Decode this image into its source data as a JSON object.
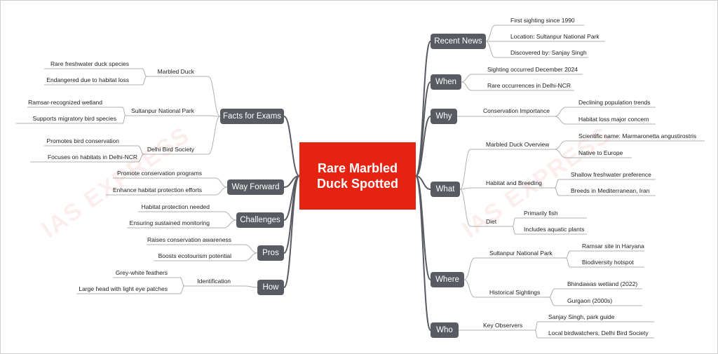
{
  "title": "Rare Marbled Duck Spotted",
  "watermark": "IAS EXPRESS",
  "colors": {
    "central": "#e62310",
    "branch_box": "#585b62",
    "connector": "#585b62",
    "leaf_line": "#b0b0b0"
  },
  "right": {
    "recent_news": {
      "label": "Recent News",
      "items": [
        "First sighting since 1990",
        "Location: Sultanpur National Park",
        "Discovered by: Sanjay Singh"
      ]
    },
    "when": {
      "label": "When",
      "items": [
        "Sighting occurred December 2024",
        "Rare occurrences in Delhi-NCR"
      ]
    },
    "why": {
      "label": "Why",
      "sub": "Conservation Importance",
      "items": [
        "Declining population trends",
        "Habitat loss major concern"
      ]
    },
    "what": {
      "label": "What",
      "groups": [
        {
          "label": "Marbled Duck Overview",
          "items": [
            "Scientific name: Marmaronetta angustirostris",
            "Native to Europe"
          ]
        },
        {
          "label": "Habitat and Breeding",
          "items": [
            "Shallow freshwater preference",
            "Breeds in Mediterranean, Iran"
          ]
        },
        {
          "label": "Diet",
          "items": [
            "Primarily fish",
            "Includes aquatic plants"
          ]
        }
      ]
    },
    "where": {
      "label": "Where",
      "groups": [
        {
          "label": "Sultanpur National Park",
          "items": [
            "Ramsar site in Haryana",
            "Biodiversity hotspot"
          ]
        },
        {
          "label": "Historical Sightings",
          "items": [
            "Bhindawas wetland (2022)",
            "Gurgaon (2000s)"
          ]
        }
      ]
    },
    "who": {
      "label": "Who",
      "sub": "Key Observers",
      "items": [
        "Sanjay Singh, park guide",
        "Local birdwatchers, Delhi Bird Society"
      ]
    }
  },
  "left": {
    "facts": {
      "label": "Facts for Exams",
      "groups": [
        {
          "label": "Marbled Duck",
          "items": [
            "Rare freshwater duck species",
            "Endangered due to habitat loss"
          ]
        },
        {
          "label": "Sultanpur National Park",
          "items": [
            "Ramsar-recognized wetland",
            "Supports migratory bird species"
          ]
        },
        {
          "label": "Delhi Bird Society",
          "items": [
            "Promotes bird conservation",
            "Focuses on habitats in Delhi-NCR"
          ]
        }
      ]
    },
    "way_forward": {
      "label": "Way Forward",
      "items": [
        "Promote conservation programs",
        "Enhance habitat protection efforts"
      ]
    },
    "challenges": {
      "label": "Challenges",
      "items": [
        "Habitat protection needed",
        "Ensuring sustained monitoring"
      ]
    },
    "pros": {
      "label": "Pros",
      "items": [
        "Raises conservation awareness",
        "Boosts ecotourism potential"
      ]
    },
    "how": {
      "label": "How",
      "sub": "Identification",
      "items": [
        "Grey-white feathers",
        "Large head with light eye patches"
      ]
    }
  }
}
